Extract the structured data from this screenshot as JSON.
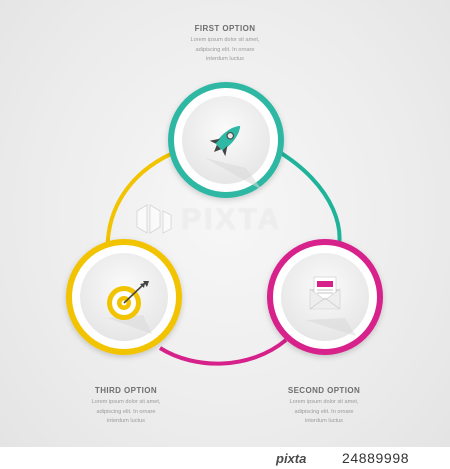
{
  "options": [
    {
      "title": "FIRST OPTION",
      "description": [
        "Lorem ipsum dolor sit amet,",
        "adipiscing elit. In ornare",
        "interdum luctus"
      ],
      "icon": "rocket-icon",
      "color": "#2fb8a4"
    },
    {
      "title": "SECOND OPTION",
      "description": [
        "Lorem ipsum dolor sit amet,",
        "adipiscing elit. In ornare",
        "interdum luctus"
      ],
      "icon": "envelope-letter-icon",
      "color": "#d6208a"
    },
    {
      "title": "THIRD OPTION",
      "description": [
        "Lorem ipsum dolor sit amet,",
        "adipiscing elit. In ornare",
        "interdum luctus"
      ],
      "icon": "target-icon",
      "color": "#f2c300"
    }
  ],
  "watermark": {
    "text": "PIXTA"
  },
  "footer": {
    "brand": "pixta",
    "id": "24889998"
  }
}
